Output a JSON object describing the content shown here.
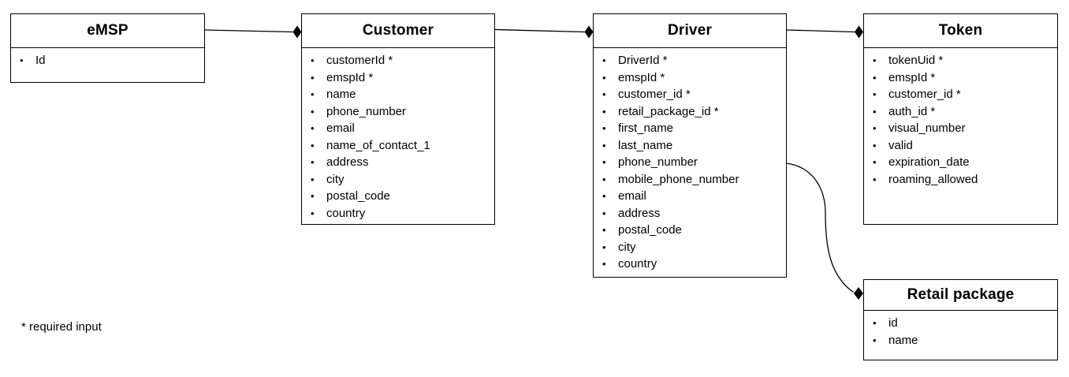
{
  "diagram": {
    "note": "* required input",
    "entities": [
      {
        "title": "eMSP",
        "fields": [
          "Id"
        ]
      },
      {
        "title": "Customer",
        "fields": [
          "customerId *",
          "emspId *",
          "name",
          "phone_number",
          "email",
          "name_of_contact_1",
          "address",
          "city",
          "postal_code",
          "country"
        ]
      },
      {
        "title": "Driver",
        "fields": [
          "DriverId *",
          "emspId *",
          "customer_id *",
          "retail_package_id *",
          "first_name",
          "last_name",
          "phone_number",
          "mobile_phone_number",
          "email",
          "address",
          "postal_code",
          "city",
          "country"
        ]
      },
      {
        "title": "Token",
        "fields": [
          "tokenUid *",
          "emspId *",
          "customer_id *",
          "auth_id *",
          "visual_number",
          "valid",
          "expiration_date",
          "roaming_allowed"
        ]
      },
      {
        "title": "Retail package",
        "fields": [
          "id",
          "name"
        ]
      }
    ],
    "relationships": [
      {
        "from": "eMSP",
        "to": "Customer",
        "marker": "filled-diamond",
        "marker_at": "Customer"
      },
      {
        "from": "Customer",
        "to": "Driver",
        "marker": "filled-diamond",
        "marker_at": "Driver"
      },
      {
        "from": "Driver",
        "to": "Token",
        "marker": "filled-diamond",
        "marker_at": "Token"
      },
      {
        "from": "Driver",
        "to": "Retail package",
        "marker": "filled-diamond",
        "marker_at": "Retail package"
      }
    ],
    "colors": {
      "line": "#000000",
      "background": "#ffffff",
      "text": "#000000"
    }
  }
}
